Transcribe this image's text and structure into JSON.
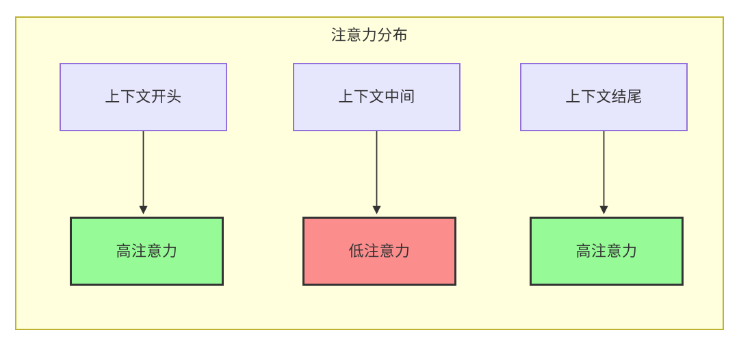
{
  "diagram": {
    "title": "注意力分布",
    "background_color": "#ffffdd",
    "border_color": "#bdb330",
    "page_background": "#ffffff",
    "text_color": "#333333",
    "context_node_fill": "#e6e6fd",
    "context_node_border": "#9370db",
    "high_attention_fill": "#96fa96",
    "low_attention_fill": "#fc8d8d",
    "attention_node_border": "#333333",
    "edge_color": "#333333",
    "context_nodes": [
      {
        "id": "ctx-start",
        "label": "上下文开头"
      },
      {
        "id": "ctx-middle",
        "label": "上下文中间"
      },
      {
        "id": "ctx-end",
        "label": "上下文结尾"
      }
    ],
    "attention_nodes": [
      {
        "id": "attn-1",
        "label": "高注意力",
        "level": "high"
      },
      {
        "id": "attn-2",
        "label": "低注意力",
        "level": "low"
      },
      {
        "id": "attn-3",
        "label": "高注意力",
        "level": "high"
      }
    ],
    "edges": [
      {
        "from": "上下文开头",
        "to": "高注意力"
      },
      {
        "from": "上下文中间",
        "to": "低注意力"
      },
      {
        "from": "上下文结尾",
        "to": "高注意力"
      }
    ]
  }
}
